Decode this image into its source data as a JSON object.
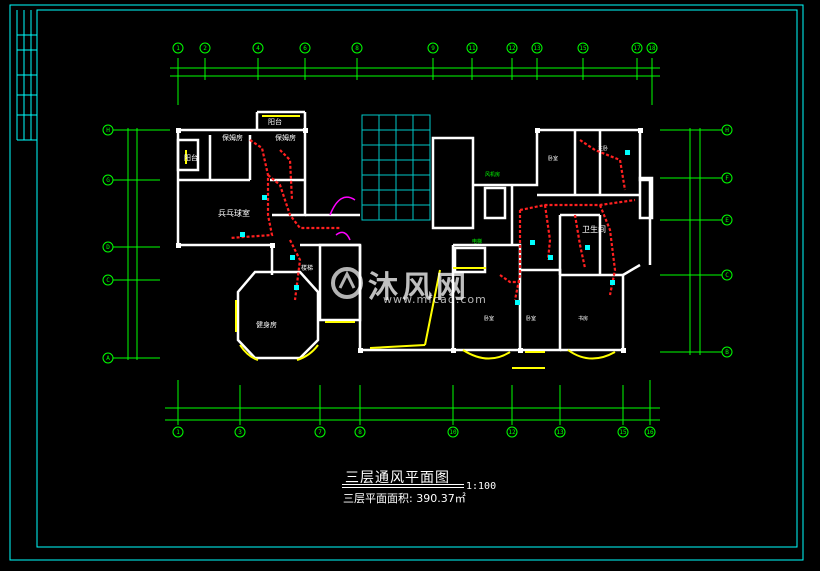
{
  "drawing": {
    "title": "三层通风平面图",
    "scale": "1:100",
    "area_label": "三层平面面积: 390.37㎡"
  },
  "watermark": {
    "text": "沐风网",
    "url": "www.mfcad.com"
  },
  "axes": {
    "top": [
      "1",
      "2",
      "4",
      "6",
      "8",
      "9",
      "11",
      "12",
      "13",
      "15",
      "17",
      "18"
    ],
    "bottom": [
      "1",
      "3",
      "7",
      "8",
      "10",
      "12",
      "13",
      "15",
      "16"
    ],
    "left": [
      "H",
      "G",
      "D",
      "C",
      "A"
    ],
    "right": [
      "H",
      "F",
      "E",
      "C",
      "B"
    ]
  },
  "rooms": {
    "balcony_1": "阳台",
    "balcony_2": "阳台",
    "bedroom_1": "保姆房",
    "bedroom_2": "保姆房",
    "living": "兵乓球室",
    "gym": "健身房",
    "stair": "楼梯",
    "duct_room": "风机房",
    "bathroom": "卫生间",
    "room_a": "卧室",
    "room_b": "卧室",
    "room_c": "书房",
    "room_d": "卧室",
    "room_e": "主卧",
    "lift": "电梯"
  },
  "colors": {
    "background": "#000000",
    "frame": "#00ffff",
    "walls": "#ffffff",
    "axis": "#00ff00",
    "duct": "#ff2020",
    "hatch": "#00c8c8",
    "window": "#ffff00",
    "door": "#ff00ff"
  }
}
